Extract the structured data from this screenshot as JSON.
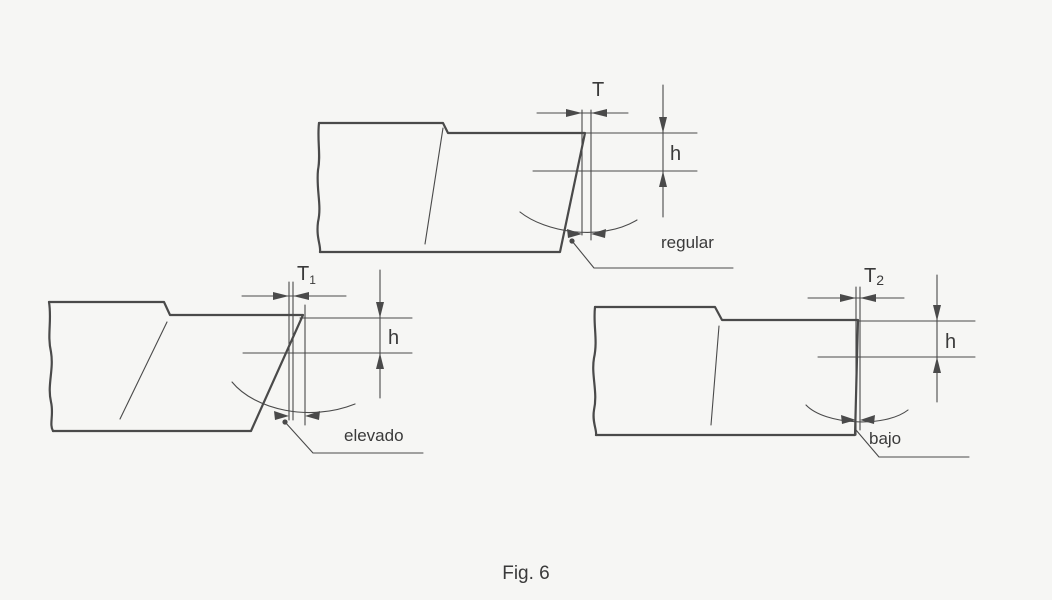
{
  "figure": {
    "caption": "Fig. 6",
    "panels": [
      {
        "id": "regular",
        "label": "regular",
        "t_label": "T",
        "h_label": "h"
      },
      {
        "id": "elevado",
        "label": "elevado",
        "t_label": "T",
        "t_sub": "1",
        "h_label": "h"
      },
      {
        "id": "bajo",
        "label": "bajo",
        "t_label": "T",
        "t_sub": "2",
        "h_label": "h"
      }
    ]
  },
  "colors": {
    "ink": "#4a4a4a",
    "paper": "#f6f6f4"
  }
}
